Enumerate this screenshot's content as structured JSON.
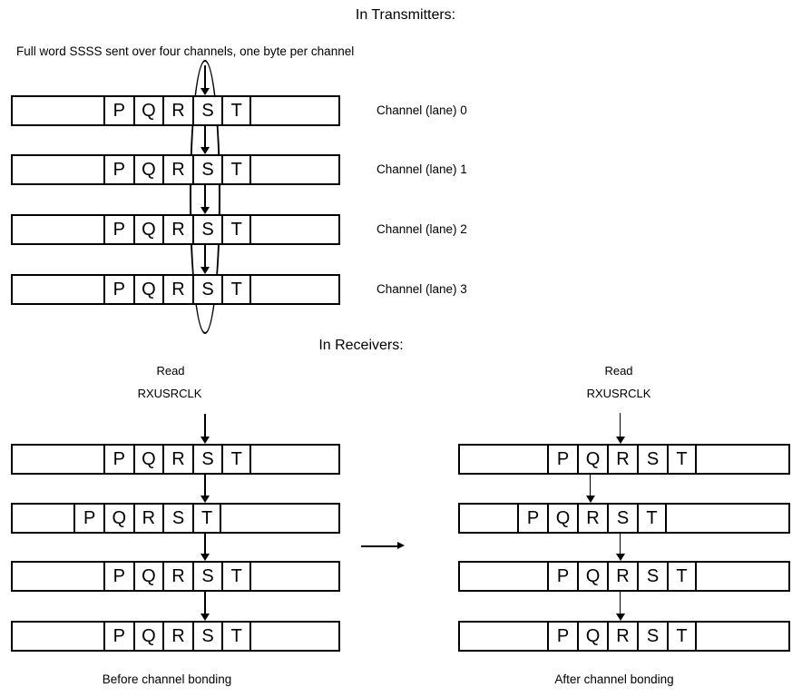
{
  "colors": {
    "line": "#000000",
    "background": "#ffffff",
    "text": "#000000"
  },
  "transmitters": {
    "title": "In Transmitters:",
    "caption": "Full word SSSS sent over four channels, one byte per channel",
    "bytes": [
      "P",
      "Q",
      "R",
      "S",
      "T"
    ],
    "highlight_byte": "S",
    "channels": [
      {
        "label": "Channel (lane) 0",
        "shifted": false
      },
      {
        "label": "Channel (lane) 1",
        "shifted": false
      },
      {
        "label": "Channel (lane) 2",
        "shifted": false
      },
      {
        "label": "Channel (lane) 3",
        "shifted": false
      }
    ]
  },
  "receivers": {
    "title": "In Receivers:",
    "read_label": "Read",
    "clock_label": "RXUSRCLK",
    "before": {
      "caption": "Before channel bonding",
      "bytes": [
        "P",
        "Q",
        "R",
        "S",
        "T"
      ],
      "pointer_byte": "S",
      "lanes": [
        {
          "shifted": false
        },
        {
          "shifted": true
        },
        {
          "shifted": false
        },
        {
          "shifted": false
        }
      ]
    },
    "after": {
      "caption": "After channel bonding",
      "bytes": [
        "P",
        "Q",
        "R",
        "S",
        "T"
      ],
      "pointer_byte": "R",
      "lanes": [
        {
          "shifted": false
        },
        {
          "shifted": true
        },
        {
          "shifted": false
        },
        {
          "shifted": false
        }
      ]
    }
  }
}
